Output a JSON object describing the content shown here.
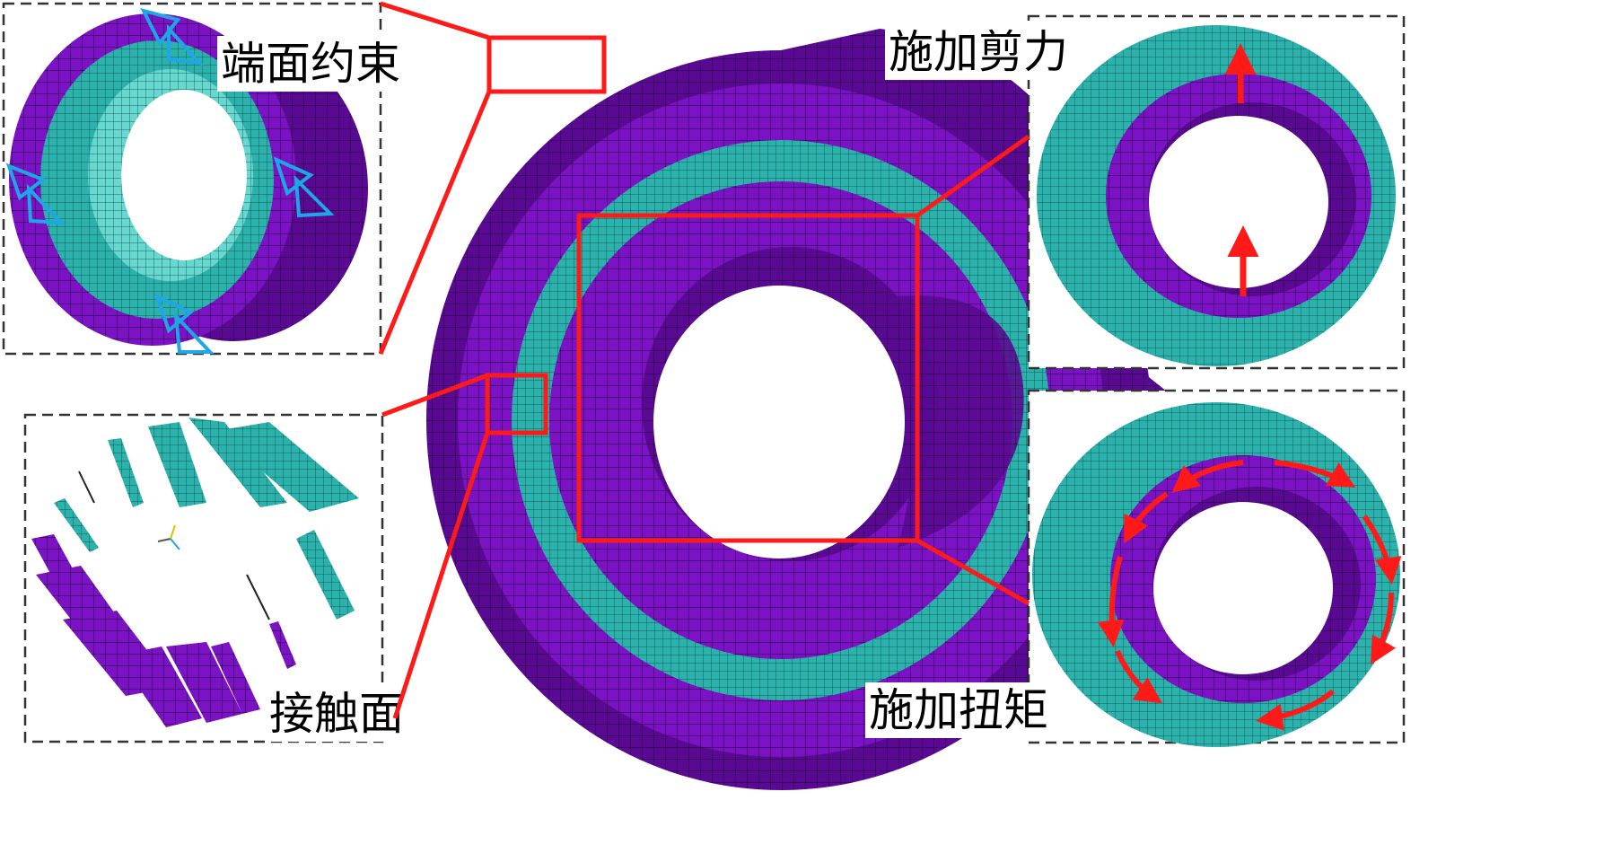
{
  "labels": {
    "end_constraint": "端面约束",
    "apply_shear": "施加剪力",
    "contact_surface": "接触面",
    "apply_torque": "施加扭矩"
  },
  "colors": {
    "purple": "#7b12c4",
    "purple_dark": "#5a0a92",
    "teal": "#1fa0a0",
    "teal_light": "#5fd7cf",
    "callout": "#ff1a1a",
    "constraint": "#1ea6e6",
    "box_dash": "#333333"
  },
  "icons": {
    "constraint_markers": "blue-triangle-icon",
    "shear_arrows": "red-arrow-up-icon",
    "torque_arrows": "red-curved-arrow-icon"
  }
}
